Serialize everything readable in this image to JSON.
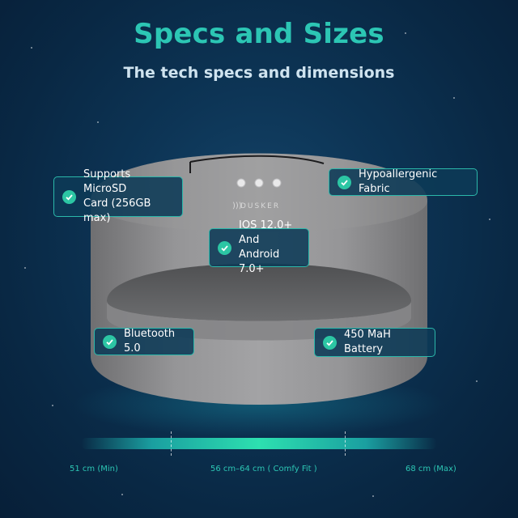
{
  "header": {
    "title": "Specs and Sizes",
    "subtitle": "The tech specs and dimensions"
  },
  "product": {
    "brand": "DUSKER",
    "brand_icon": "sound-waves-icon"
  },
  "features": [
    {
      "label": "Supports MicroSD\nCard (256GB max)",
      "icon": "check-icon"
    },
    {
      "label": "Hypoallergenic Fabric",
      "icon": "check-icon"
    },
    {
      "label": "IOS 12.0+ And\nAndroid 7.0+",
      "icon": "check-icon"
    },
    {
      "label": "Bluetooth 5.0",
      "icon": "check-icon"
    },
    {
      "label": "450 MaH Battery",
      "icon": "check-icon"
    }
  ],
  "sizes": {
    "min": "51 cm (Min)",
    "comfy": "56 cm–64 cm ( Comfy Fit )",
    "max": "68 cm (Max)"
  },
  "colors": {
    "accent": "#2cc6b4",
    "check": "#2cc6a4",
    "background": "#0d3556",
    "fabric": "#8e8e8e"
  }
}
